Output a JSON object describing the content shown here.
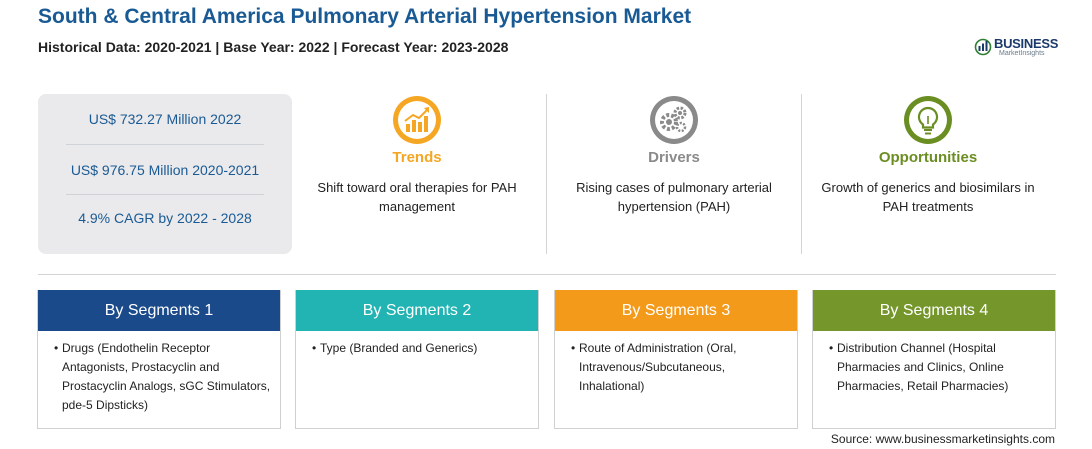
{
  "header": {
    "title": "South & Central America Pulmonary Arterial Hypertension Market",
    "subtitle": "Historical Data: 2020-2021 | Base Year: 2022 | Forecast Year: 2023-2028"
  },
  "logo": {
    "name": "BUSINESS",
    "sub": "MarketInsights",
    "icon": "globe-bars-icon"
  },
  "stats": [
    "US$ 732.27 Million 2022",
    "US$ 976.75 Million 2020-2021",
    "4.9% CAGR by 2022 - 2028"
  ],
  "features": {
    "trends": {
      "title": "Trends",
      "text": "Shift toward oral therapies for PAH management",
      "icon": "trending-chart-icon",
      "color": "#f5a623"
    },
    "drivers": {
      "title": "Drivers",
      "text": "Rising cases of pulmonary arterial hypertension (PAH)",
      "icon": "gears-icon",
      "color": "#8a8a8a"
    },
    "opportunities": {
      "title": "Opportunities",
      "text": "Growth of generics and biosimilars in PAH treatments",
      "icon": "lightbulb-icon",
      "color": "#6b8e23"
    }
  },
  "segments": [
    {
      "title": "By Segments 1",
      "text": "Drugs (Endothelin Receptor Antagonists, Prostacyclin and Prostacyclin Analogs, sGC Stimulators, pde-5 Dipsticks)",
      "color": "#1a4a8a"
    },
    {
      "title": "By Segments 2",
      "text": "Type (Branded and Generics)",
      "color": "#22b3b3"
    },
    {
      "title": "By Segments 3",
      "text": "Route of Administration (Oral, Intravenous/Subcutaneous, Inhalational)",
      "color": "#f49a1a"
    },
    {
      "title": "By Segments 4",
      "text": "Distribution Channel (Hospital Pharmacies and Clinics, Online Pharmacies, Retail Pharmacies)",
      "color": "#74962a"
    }
  ],
  "source": "Source: www.businessmarketinsights.com"
}
